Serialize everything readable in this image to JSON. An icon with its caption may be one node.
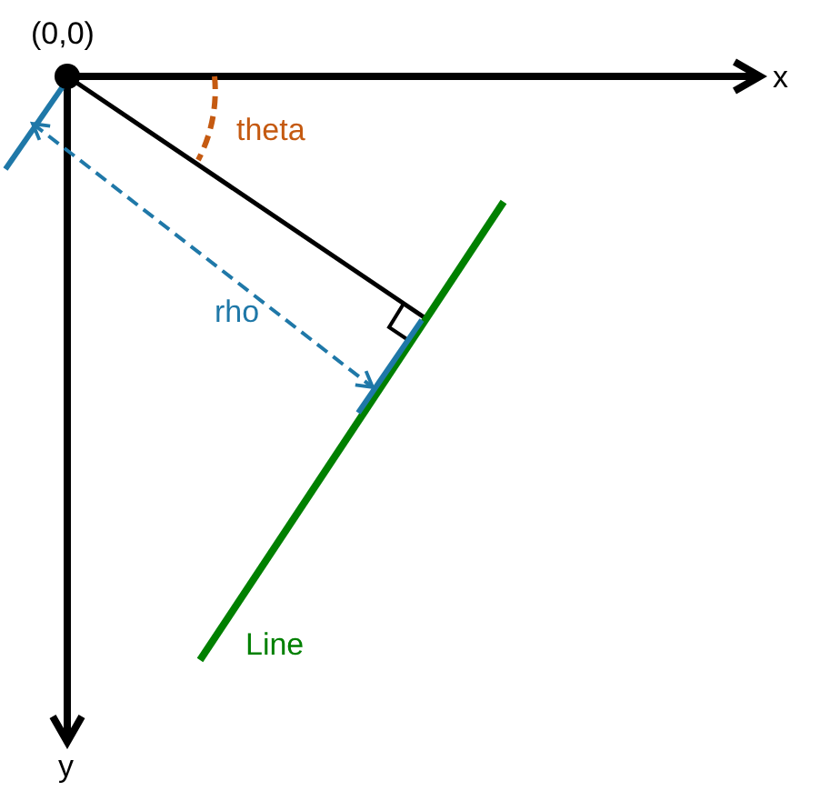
{
  "diagram": {
    "labels": [
      "(0,0)",
      "x",
      "theta",
      "rho",
      "Line",
      "y"
    ]
  }
}
